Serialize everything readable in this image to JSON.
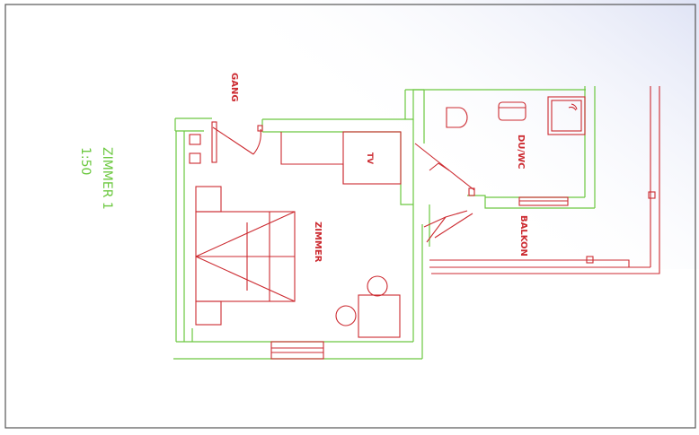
{
  "colors": {
    "wall": "#6cc840",
    "furniture": "#cc2a30",
    "frame": "#444444",
    "title": "#6cc840"
  },
  "title": {
    "name": "ZIMMER 1",
    "scale": "1:50"
  },
  "labels": {
    "gang": "GANG",
    "tv": "TV",
    "zimmer": "ZIMMER",
    "du_wc": "DU/WC",
    "balkon": "BALKON"
  }
}
